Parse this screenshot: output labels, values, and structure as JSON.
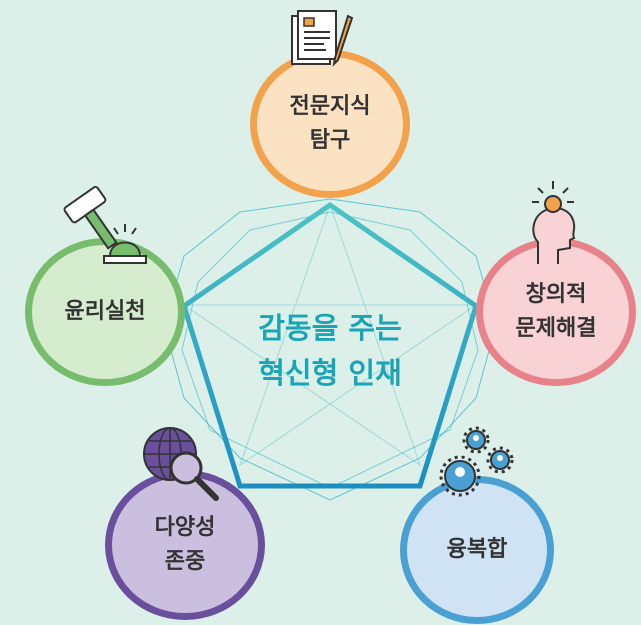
{
  "center": {
    "line1": "감동을 주는",
    "line2": "혁신형 인재"
  },
  "nodes": [
    {
      "id": "expertise",
      "line1": "전문지식",
      "line2": "탐구",
      "border": "#f2a24a",
      "fill": "#fbe2c3",
      "icon": "documents-pen-icon"
    },
    {
      "id": "creative",
      "line1": "창의적",
      "line2": "문제해결",
      "border": "#e8828a",
      "fill": "#f8d2d5",
      "icon": "head-lightbulb-icon"
    },
    {
      "id": "convergence",
      "line1": "융복합",
      "line2": "",
      "border": "#4a9fd3",
      "fill": "#cfe3f5",
      "icon": "gears-people-icon"
    },
    {
      "id": "diversity",
      "line1": "다양성",
      "line2": "존중",
      "border": "#6a4f9c",
      "fill": "#cbbfe0",
      "icon": "globe-magnifier-icon"
    },
    {
      "id": "ethics",
      "line1": "윤리실천",
      "line2": "",
      "border": "#78bd6e",
      "fill": "#d6ecce",
      "icon": "gavel-bell-icon"
    }
  ],
  "colors": {
    "background": "#dcefe9",
    "pentagon": "#1aa5b6",
    "center_text": "#1aa5b6",
    "thin_lines": "#2bb3c4"
  }
}
